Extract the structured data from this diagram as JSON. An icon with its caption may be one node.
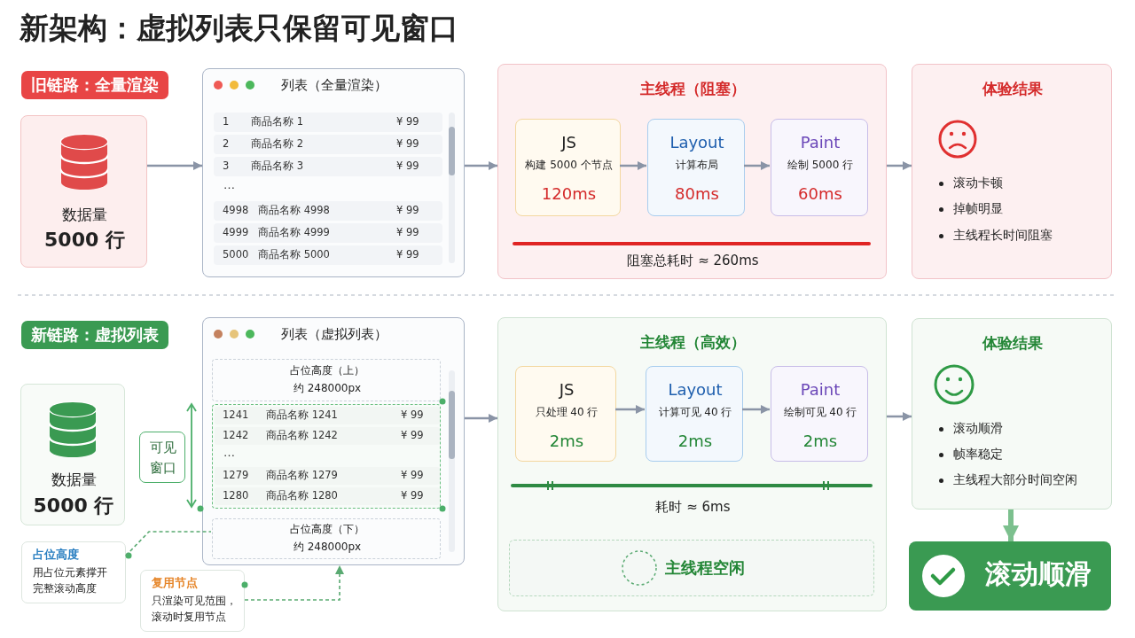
{
  "diagram": {
    "title": "新架构：虚拟列表只保留可见窗口",
    "nodes": [
      {
        "text": [
          "旧链路：全量渲染"
        ]
      },
      {
        "text": [
          "数据量",
          "5000 行"
        ]
      },
      {
        "text": [
          "列表（全量渲染）"
        ]
      },
      {
        "text": [
          "1",
          "商品名称 1",
          "¥ 99"
        ],
        "in": 2
      },
      {
        "text": [
          "2",
          "商品名称 2",
          "¥ 99"
        ],
        "in": 2
      },
      {
        "text": [
          "3",
          "商品名称 3",
          "¥ 99"
        ],
        "in": 2
      },
      {
        "text": [
          "4998",
          "商品名称 4998",
          "¥ 99"
        ],
        "in": 2
      },
      {
        "text": [
          "4999",
          "商品名称 4999",
          "¥ 99"
        ],
        "in": 2
      },
      {
        "text": [
          "5000",
          "商品名称 5000",
          "¥ 99"
        ],
        "in": 2
      },
      {
        "text": [
          "主线程（阻塞）",
          "阻塞总耗时 ≈ 260ms"
        ]
      },
      {
        "text": [
          "JS",
          "构建 5000 个节点",
          "120ms"
        ],
        "in": 9
      },
      {
        "text": [
          "Layout",
          "计算布局",
          "80ms"
        ],
        "in": 9
      },
      {
        "text": [
          "Paint",
          "绘制 5000 行",
          "60ms"
        ],
        "in": 9
      },
      {
        "text": [
          "体验结果",
          "滚动卡顿",
          "掉帧明显",
          "主线程长时间阻塞"
        ]
      },
      {
        "text": [
          "新链路：虚拟列表"
        ]
      },
      {
        "text": [
          "数据量",
          "5000 行"
        ]
      },
      {
        "text": [
          "可见窗口"
        ]
      },
      {
        "text": [
          "列表（虚拟列表）"
        ]
      },
      {
        "text": [
          "占位高度（上）",
          "约 248000px"
        ],
        "in": 17
      },
      {
        "text": [],
        "shape": "box",
        "in": 17
      },
      {
        "text": [
          "1241",
          "商品名称 1241",
          "¥ 99"
        ],
        "in": 19
      },
      {
        "text": [
          "1242",
          "商品名称 1242",
          "¥ 99"
        ],
        "in": 19
      },
      {
        "text": [
          "1279",
          "商品名称 1279",
          "¥ 99"
        ],
        "in": 19
      },
      {
        "text": [
          "1280",
          "商品名称 1280",
          "¥ 99"
        ],
        "in": 19
      },
      {
        "text": [
          "占位高度（下）",
          "约 248000px"
        ],
        "in": 17
      },
      {
        "text": [
          "占位高度",
          "用占位元素撑开完整滚动高度"
        ]
      },
      {
        "text": [
          "复用节点",
          "只渲染可见范围，滚动时复用节点"
        ]
      },
      {
        "text": [
          "主线程（高效）",
          "耗时 ≈ 6ms"
        ]
      },
      {
        "text": [
          "JS",
          "只处理 40 行",
          "2ms"
        ],
        "in": 27
      },
      {
        "text": [
          "Layout",
          "计算可见 40 行",
          "2ms"
        ],
        "in": 27
      },
      {
        "text": [
          "Paint",
          "绘制可见 40 行",
          "2ms"
        ],
        "in": 27
      },
      {
        "text": [
          "主线程空闲"
        ],
        "in": 27
      },
      {
        "text": [
          "体验结果",
          "滚动顺滑",
          "帧率稳定",
          "主线程大部分时间空闲"
        ]
      },
      {
        "text": [
          "滚动顺滑"
        ]
      }
    ],
    "edges": [
      {
        "from": 1,
        "to": 2,
        "arrow": "to"
      },
      {
        "from": 2,
        "to": 9,
        "arrow": "to"
      },
      {
        "from": 10,
        "to": 11,
        "arrow": "to"
      },
      {
        "from": 11,
        "to": 12,
        "arrow": "to"
      },
      {
        "from": 9,
        "to": 13,
        "arrow": "to"
      },
      {
        "from": 17,
        "to": 27,
        "arrow": "to"
      },
      {
        "from": 28,
        "to": 29,
        "arrow": "to"
      },
      {
        "from": 29,
        "to": 30,
        "arrow": "to"
      },
      {
        "from": 27,
        "to": 32,
        "arrow": "to"
      },
      {
        "from": 32,
        "to": 33,
        "arrow": "to",
        "style": "thick",
        "color": "#7cc08e"
      },
      {
        "from": 25,
        "to": 24,
        "arrow": "none",
        "style": "dashed",
        "color": "#5aaa72"
      },
      {
        "from": 26,
        "to": 17,
        "arrow": "to",
        "style": "dashed",
        "color": "#5aaa72"
      }
    ],
    "labels": [
      "…",
      "…"
    ]
  }
}
